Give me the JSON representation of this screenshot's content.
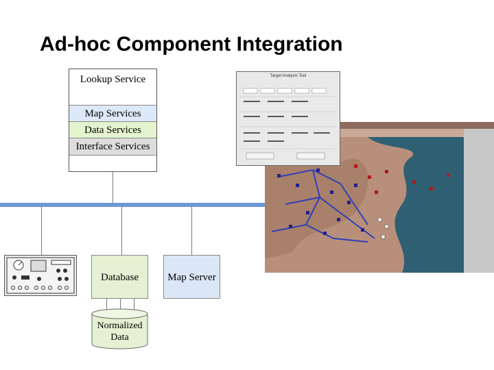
{
  "title": "Ad-hoc Component Integration",
  "lookup": {
    "label": "Lookup Service",
    "services": [
      "Map Services",
      "Data Services",
      "Interface Services"
    ]
  },
  "nodes": {
    "database": "Database",
    "map_server": "Map Server",
    "normalized_data_line1": "Normalized",
    "normalized_data_line2": "Data"
  },
  "screenshot": {
    "dialog_title": "Target Analysis Tool"
  },
  "colors": {
    "bus": "#6d97d6",
    "map_services": "#dde9f8",
    "data_services": "#e3f4cf",
    "interface_services": "#dddddd",
    "database": "#e4f1d2",
    "map_server": "#dbe7f7"
  }
}
